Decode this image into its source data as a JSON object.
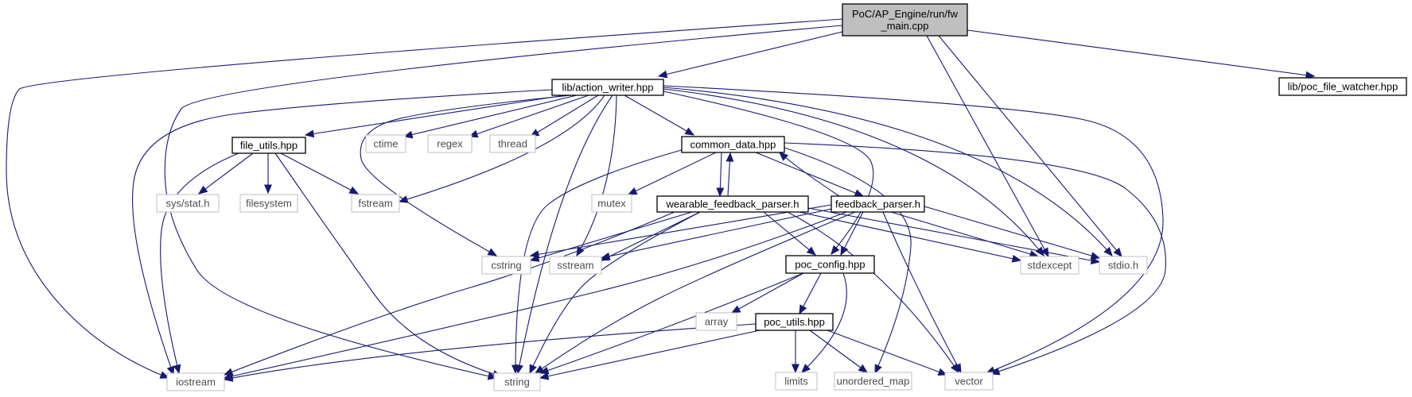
{
  "graph": {
    "title": "",
    "colors": {
      "edge": "#191970",
      "main_fill": "#bfbfbf",
      "system_border": "#bfbfbf",
      "doc_border": "#000000"
    },
    "nodes": [
      {
        "id": "main",
        "label_lines": [
          "PoC/AP_Engine/run/fw",
          "_main.cpp"
        ],
        "kind": "main"
      },
      {
        "id": "action_writer",
        "label_lines": [
          "lib/action_writer.hpp"
        ],
        "kind": "doc"
      },
      {
        "id": "poc_file_watcher",
        "label_lines": [
          "lib/poc_file_watcher.hpp"
        ],
        "kind": "doc"
      },
      {
        "id": "file_utils",
        "label_lines": [
          "file_utils.hpp"
        ],
        "kind": "doc"
      },
      {
        "id": "ctime",
        "label_lines": [
          "ctime"
        ],
        "kind": "sys"
      },
      {
        "id": "regex",
        "label_lines": [
          "regex"
        ],
        "kind": "sys"
      },
      {
        "id": "thread",
        "label_lines": [
          "thread"
        ],
        "kind": "sys"
      },
      {
        "id": "common_data",
        "label_lines": [
          "common_data.hpp"
        ],
        "kind": "doc"
      },
      {
        "id": "sys_stat",
        "label_lines": [
          "sys/stat.h"
        ],
        "kind": "sys"
      },
      {
        "id": "filesystem",
        "label_lines": [
          "filesystem"
        ],
        "kind": "sys"
      },
      {
        "id": "fstream",
        "label_lines": [
          "fstream"
        ],
        "kind": "sys"
      },
      {
        "id": "mutex",
        "label_lines": [
          "mutex"
        ],
        "kind": "sys"
      },
      {
        "id": "wearable_feedback_parser",
        "label_lines": [
          "wearable_feedback_parser.h"
        ],
        "kind": "doc"
      },
      {
        "id": "feedback_parser",
        "label_lines": [
          "feedback_parser.h"
        ],
        "kind": "doc"
      },
      {
        "id": "cstring",
        "label_lines": [
          "cstring"
        ],
        "kind": "sys"
      },
      {
        "id": "sstream",
        "label_lines": [
          "sstream"
        ],
        "kind": "sys"
      },
      {
        "id": "poc_config",
        "label_lines": [
          "poc_config.hpp"
        ],
        "kind": "doc"
      },
      {
        "id": "stdexcept",
        "label_lines": [
          "stdexcept"
        ],
        "kind": "sys"
      },
      {
        "id": "stdio",
        "label_lines": [
          "stdio.h"
        ],
        "kind": "sys"
      },
      {
        "id": "array",
        "label_lines": [
          "array"
        ],
        "kind": "sys"
      },
      {
        "id": "poc_utils",
        "label_lines": [
          "poc_utils.hpp"
        ],
        "kind": "doc"
      },
      {
        "id": "iostream",
        "label_lines": [
          "iostream"
        ],
        "kind": "sys"
      },
      {
        "id": "string",
        "label_lines": [
          "string"
        ],
        "kind": "sys"
      },
      {
        "id": "limits",
        "label_lines": [
          "limits"
        ],
        "kind": "sys"
      },
      {
        "id": "unordered_map",
        "label_lines": [
          "unordered_map"
        ],
        "kind": "sys"
      },
      {
        "id": "vector",
        "label_lines": [
          "vector"
        ],
        "kind": "sys"
      }
    ],
    "edges": [
      {
        "from": "main",
        "to": "iostream"
      },
      {
        "from": "main",
        "to": "string"
      },
      {
        "from": "main",
        "to": "action_writer"
      },
      {
        "from": "main",
        "to": "stdexcept"
      },
      {
        "from": "main",
        "to": "stdio"
      },
      {
        "from": "main",
        "to": "poc_file_watcher"
      },
      {
        "from": "action_writer",
        "to": "iostream"
      },
      {
        "from": "action_writer",
        "to": "file_utils"
      },
      {
        "from": "action_writer",
        "to": "ctime"
      },
      {
        "from": "action_writer",
        "to": "regex"
      },
      {
        "from": "action_writer",
        "to": "thread"
      },
      {
        "from": "action_writer",
        "to": "common_data"
      },
      {
        "from": "action_writer",
        "to": "cstring"
      },
      {
        "from": "action_writer",
        "to": "fstream"
      },
      {
        "from": "action_writer",
        "to": "string"
      },
      {
        "from": "action_writer",
        "to": "sstream"
      },
      {
        "from": "action_writer",
        "to": "poc_config"
      },
      {
        "from": "action_writer",
        "to": "stdexcept"
      },
      {
        "from": "action_writer",
        "to": "stdio"
      },
      {
        "from": "action_writer",
        "to": "vector"
      },
      {
        "from": "file_utils",
        "to": "sys_stat"
      },
      {
        "from": "file_utils",
        "to": "filesystem"
      },
      {
        "from": "file_utils",
        "to": "fstream"
      },
      {
        "from": "file_utils",
        "to": "iostream"
      },
      {
        "from": "file_utils",
        "to": "string"
      },
      {
        "from": "common_data",
        "to": "mutex"
      },
      {
        "from": "common_data",
        "to": "wearable_feedback_parser"
      },
      {
        "from": "common_data",
        "to": "feedback_parser"
      },
      {
        "from": "common_data",
        "to": "string"
      },
      {
        "from": "common_data",
        "to": "unordered_map"
      },
      {
        "from": "common_data",
        "to": "vector"
      },
      {
        "from": "wearable_feedback_parser",
        "to": "common_data"
      },
      {
        "from": "wearable_feedback_parser",
        "to": "cstring"
      },
      {
        "from": "wearable_feedback_parser",
        "to": "sstream"
      },
      {
        "from": "wearable_feedback_parser",
        "to": "poc_config"
      },
      {
        "from": "wearable_feedback_parser",
        "to": "stdexcept"
      },
      {
        "from": "wearable_feedback_parser",
        "to": "stdio"
      },
      {
        "from": "wearable_feedback_parser",
        "to": "iostream"
      },
      {
        "from": "wearable_feedback_parser",
        "to": "string"
      },
      {
        "from": "wearable_feedback_parser",
        "to": "vector"
      },
      {
        "from": "feedback_parser",
        "to": "common_data"
      },
      {
        "from": "feedback_parser",
        "to": "cstring"
      },
      {
        "from": "feedback_parser",
        "to": "sstream"
      },
      {
        "from": "feedback_parser",
        "to": "poc_config"
      },
      {
        "from": "feedback_parser",
        "to": "stdexcept"
      },
      {
        "from": "feedback_parser",
        "to": "stdio"
      },
      {
        "from": "feedback_parser",
        "to": "iostream"
      },
      {
        "from": "feedback_parser",
        "to": "string"
      },
      {
        "from": "feedback_parser",
        "to": "vector"
      },
      {
        "from": "poc_config",
        "to": "array"
      },
      {
        "from": "poc_config",
        "to": "poc_utils"
      },
      {
        "from": "poc_config",
        "to": "string"
      },
      {
        "from": "poc_config",
        "to": "limits"
      },
      {
        "from": "poc_utils",
        "to": "iostream"
      },
      {
        "from": "poc_utils",
        "to": "string"
      },
      {
        "from": "poc_utils",
        "to": "limits"
      },
      {
        "from": "poc_utils",
        "to": "unordered_map"
      },
      {
        "from": "poc_utils",
        "to": "vector"
      }
    ]
  }
}
